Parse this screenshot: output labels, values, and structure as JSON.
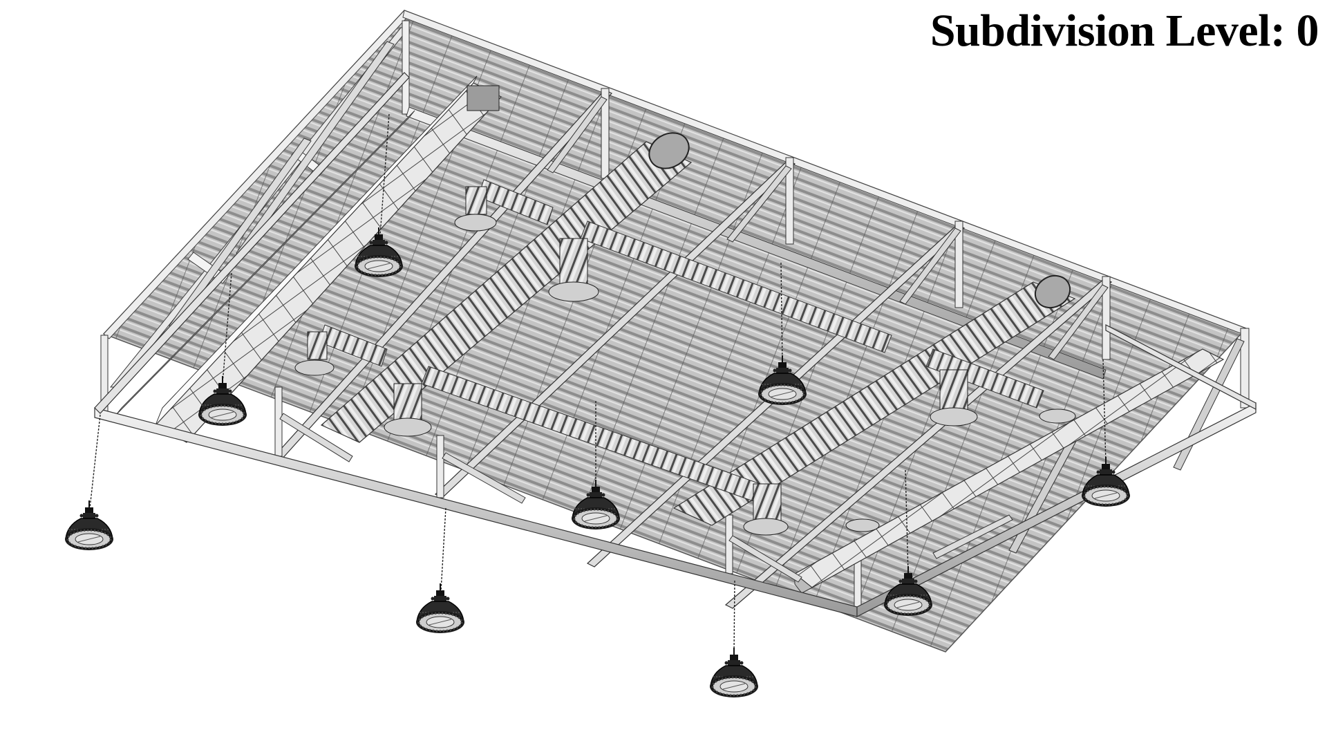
{
  "overlay": {
    "title": "Subdivision Level: 0"
  },
  "scene": {
    "subject": "ceiling-truss-structure",
    "render_style": "grayscale-wireframe-shaded",
    "background": "#ffffff",
    "colors": {
      "roof_panel": "#bdbdbd",
      "roof_panel_dark": "#8a8a8a",
      "beam_light": "#e6e6e6",
      "beam_mid": "#c8c8c8",
      "duct": "#dcdcdc",
      "lamp": "#1a1a1a",
      "lamp_lens": "#d8d8d8",
      "line": "#333333"
    },
    "pendant_lamp_count": 9,
    "round_duct_openings": 2
  }
}
